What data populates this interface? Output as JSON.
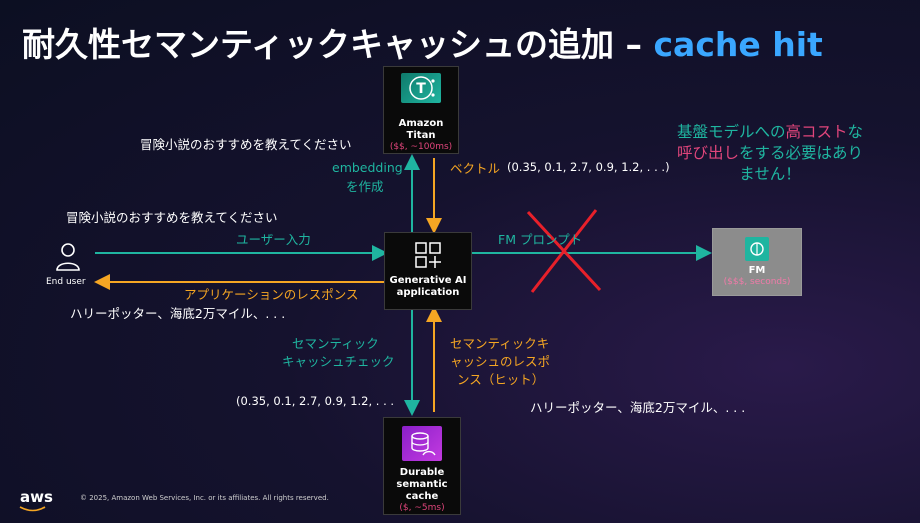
{
  "title": {
    "main": "耐久性セマンティックキャッシュの追加 – ",
    "accent": "cache hit"
  },
  "nodes": {
    "titan": {
      "label": "Amazon Titan",
      "sub": "($$, ~100ms)"
    },
    "app": {
      "label": "Generative AI application"
    },
    "fm": {
      "label": "FM",
      "sub": "($$$, seconds)"
    },
    "cache": {
      "label": "Durable semantic cache",
      "sub": "($, ~5ms)"
    },
    "user": {
      "label": "End user"
    }
  },
  "texts": {
    "question_top": "冒険小説のおすすめを教えてください",
    "embedding": "embedding",
    "create": "を作成",
    "vector_label": "ベクトル",
    "vector_value": "(0.35, 0.1, 2.7, 0.9, 1.2, . . .)",
    "question_mid": "冒険小説のおすすめを教えてください",
    "user_input": "ユーザー入力",
    "app_response": "アプリケーションのレスポンス",
    "answer_left": "ハリーポッター、海底2万マイル、. . .",
    "fm_prompt": "FM プロンプト",
    "cache_check_1": "セマンティック",
    "cache_check_2": "キャッシュチェック",
    "vector_bottom": "(0.35, 0.1, 2.7, 0.9, 1.2, . . .",
    "cache_resp_1": "セマンティックキ",
    "cache_resp_2": "ャッシュのレスポ",
    "cache_resp_3": "ンス（ヒット）",
    "answer_right": "ハリーポッター、海底2万マイル、. . ."
  },
  "note": {
    "line1_a": "基盤モデルへの",
    "line1_b": "高コスト",
    "line1_c": "な",
    "line2_a": "呼び出し",
    "line2_b": "を",
    "line2_c": "する必要はあり",
    "line3": "ません！"
  },
  "footer": "© 2025, Amazon Web Services, Inc. or its affiliates. All rights reserved.",
  "logo": "aws",
  "colors": {
    "teal": "#1fb5a0",
    "orange": "#f5a623",
    "pink": "#e0457b",
    "accent": "#3aa7ff",
    "red": "#e8202a"
  }
}
